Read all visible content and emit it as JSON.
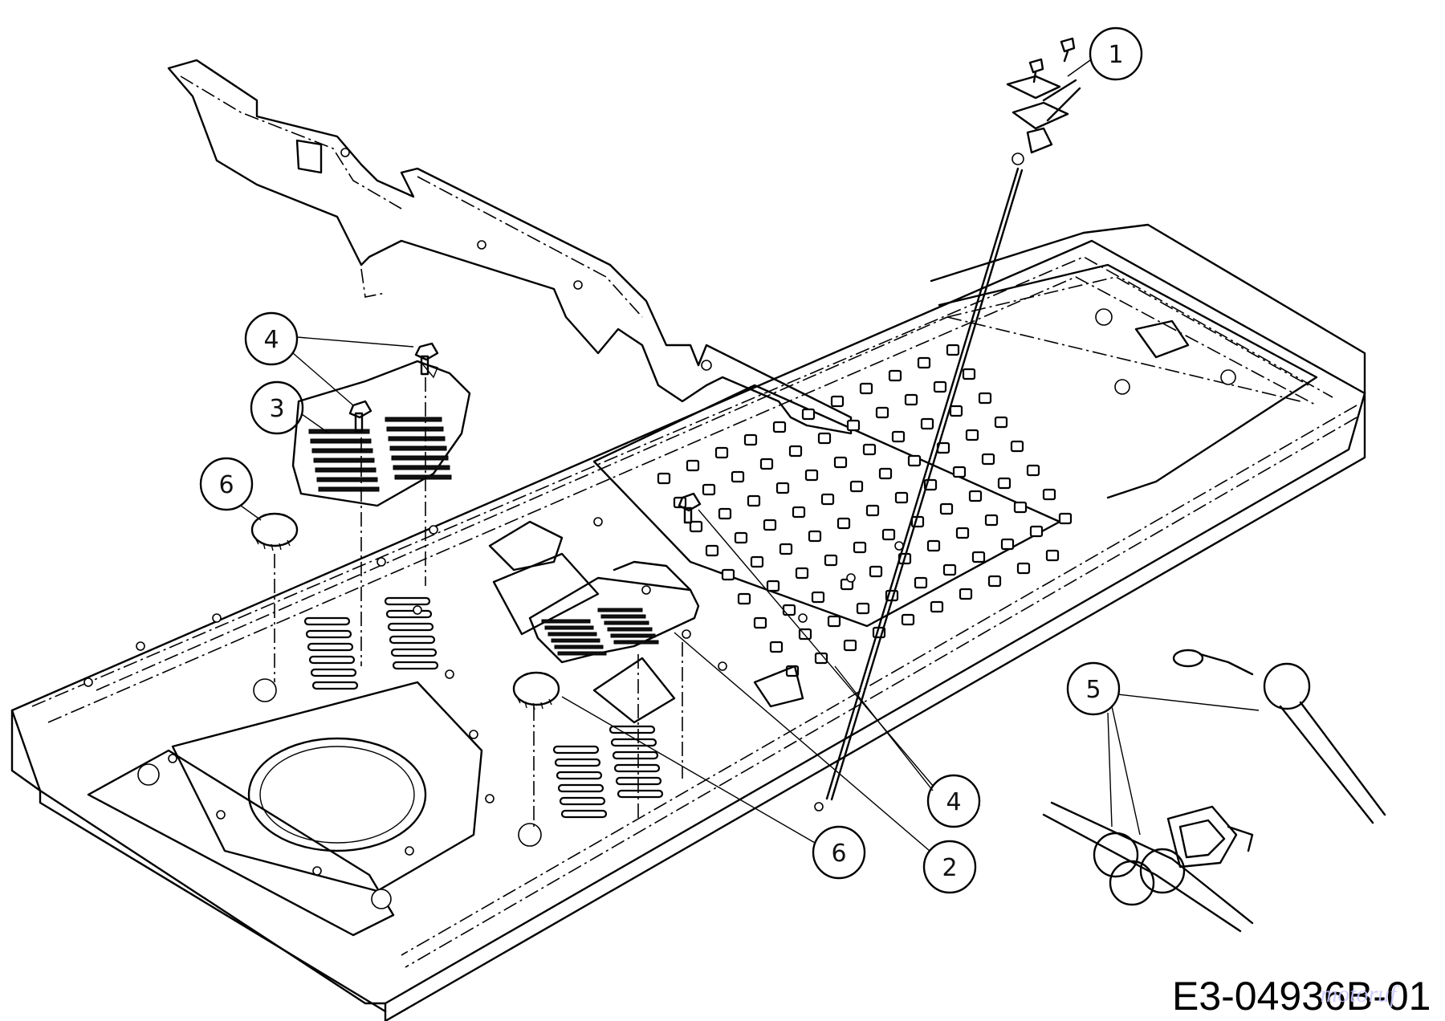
{
  "diagram": {
    "reference_code": "E3-04936B-01",
    "watermark": "motoruf",
    "callouts": [
      {
        "label": "1",
        "part": "cable-bracket-with-clip"
      },
      {
        "label": "2",
        "part": "center-grate-plate"
      },
      {
        "label": "3",
        "part": "left-grate-plate"
      },
      {
        "label": "4",
        "part": "flange-bolt"
      },
      {
        "label": "4",
        "part": "flange-bolt"
      },
      {
        "label": "5",
        "part": "terminal-boots"
      },
      {
        "label": "6",
        "part": "hole-plug"
      },
      {
        "label": "6",
        "part": "hole-plug"
      }
    ]
  }
}
